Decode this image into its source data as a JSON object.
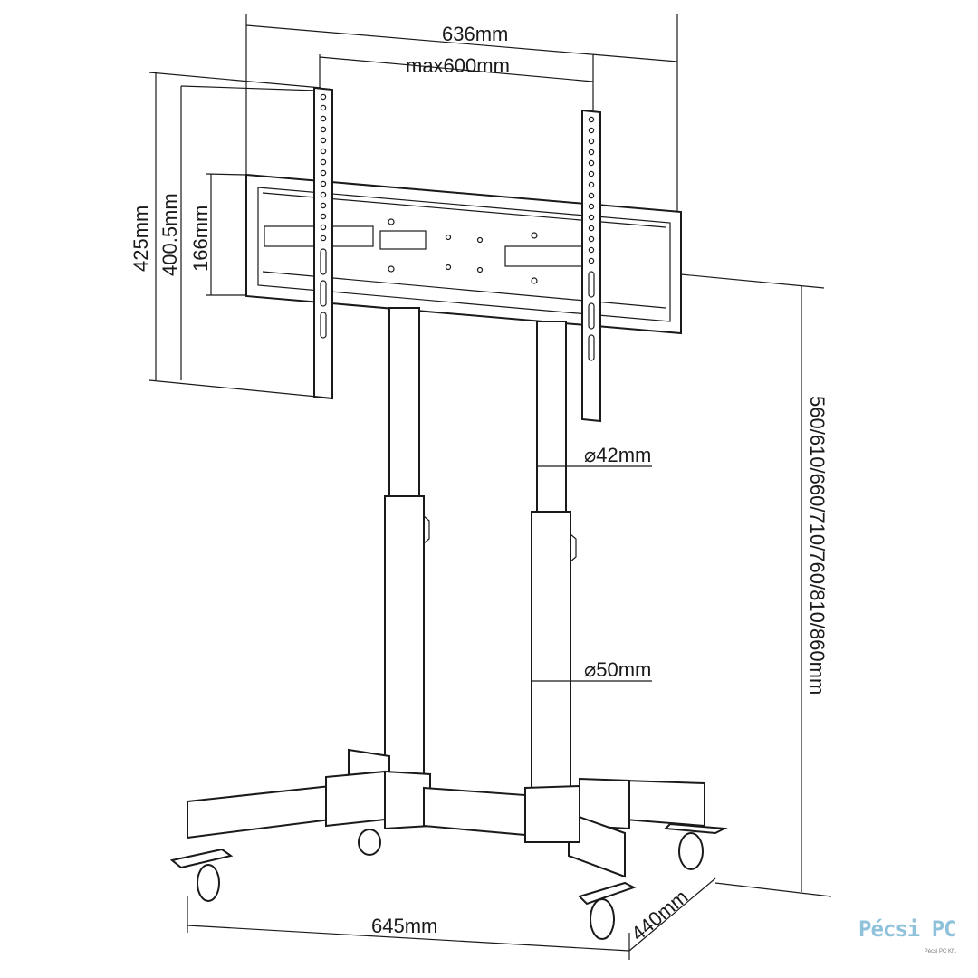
{
  "dimensions": {
    "overall_width": "636mm",
    "vesa_max": "max600mm",
    "rail_height": "425mm",
    "rail_spacing": "400.5mm",
    "plate_height": "166mm",
    "upper_pole": "⌀42mm",
    "lower_pole": "⌀50mm",
    "height_range": "560/610/660/710/760/810/860mm",
    "base_width": "645mm",
    "base_depth": "440mm"
  },
  "logo": {
    "name": "Pécsi PC",
    "sub": "Pécsi PC Kft.",
    "color": "#8fc1da"
  }
}
